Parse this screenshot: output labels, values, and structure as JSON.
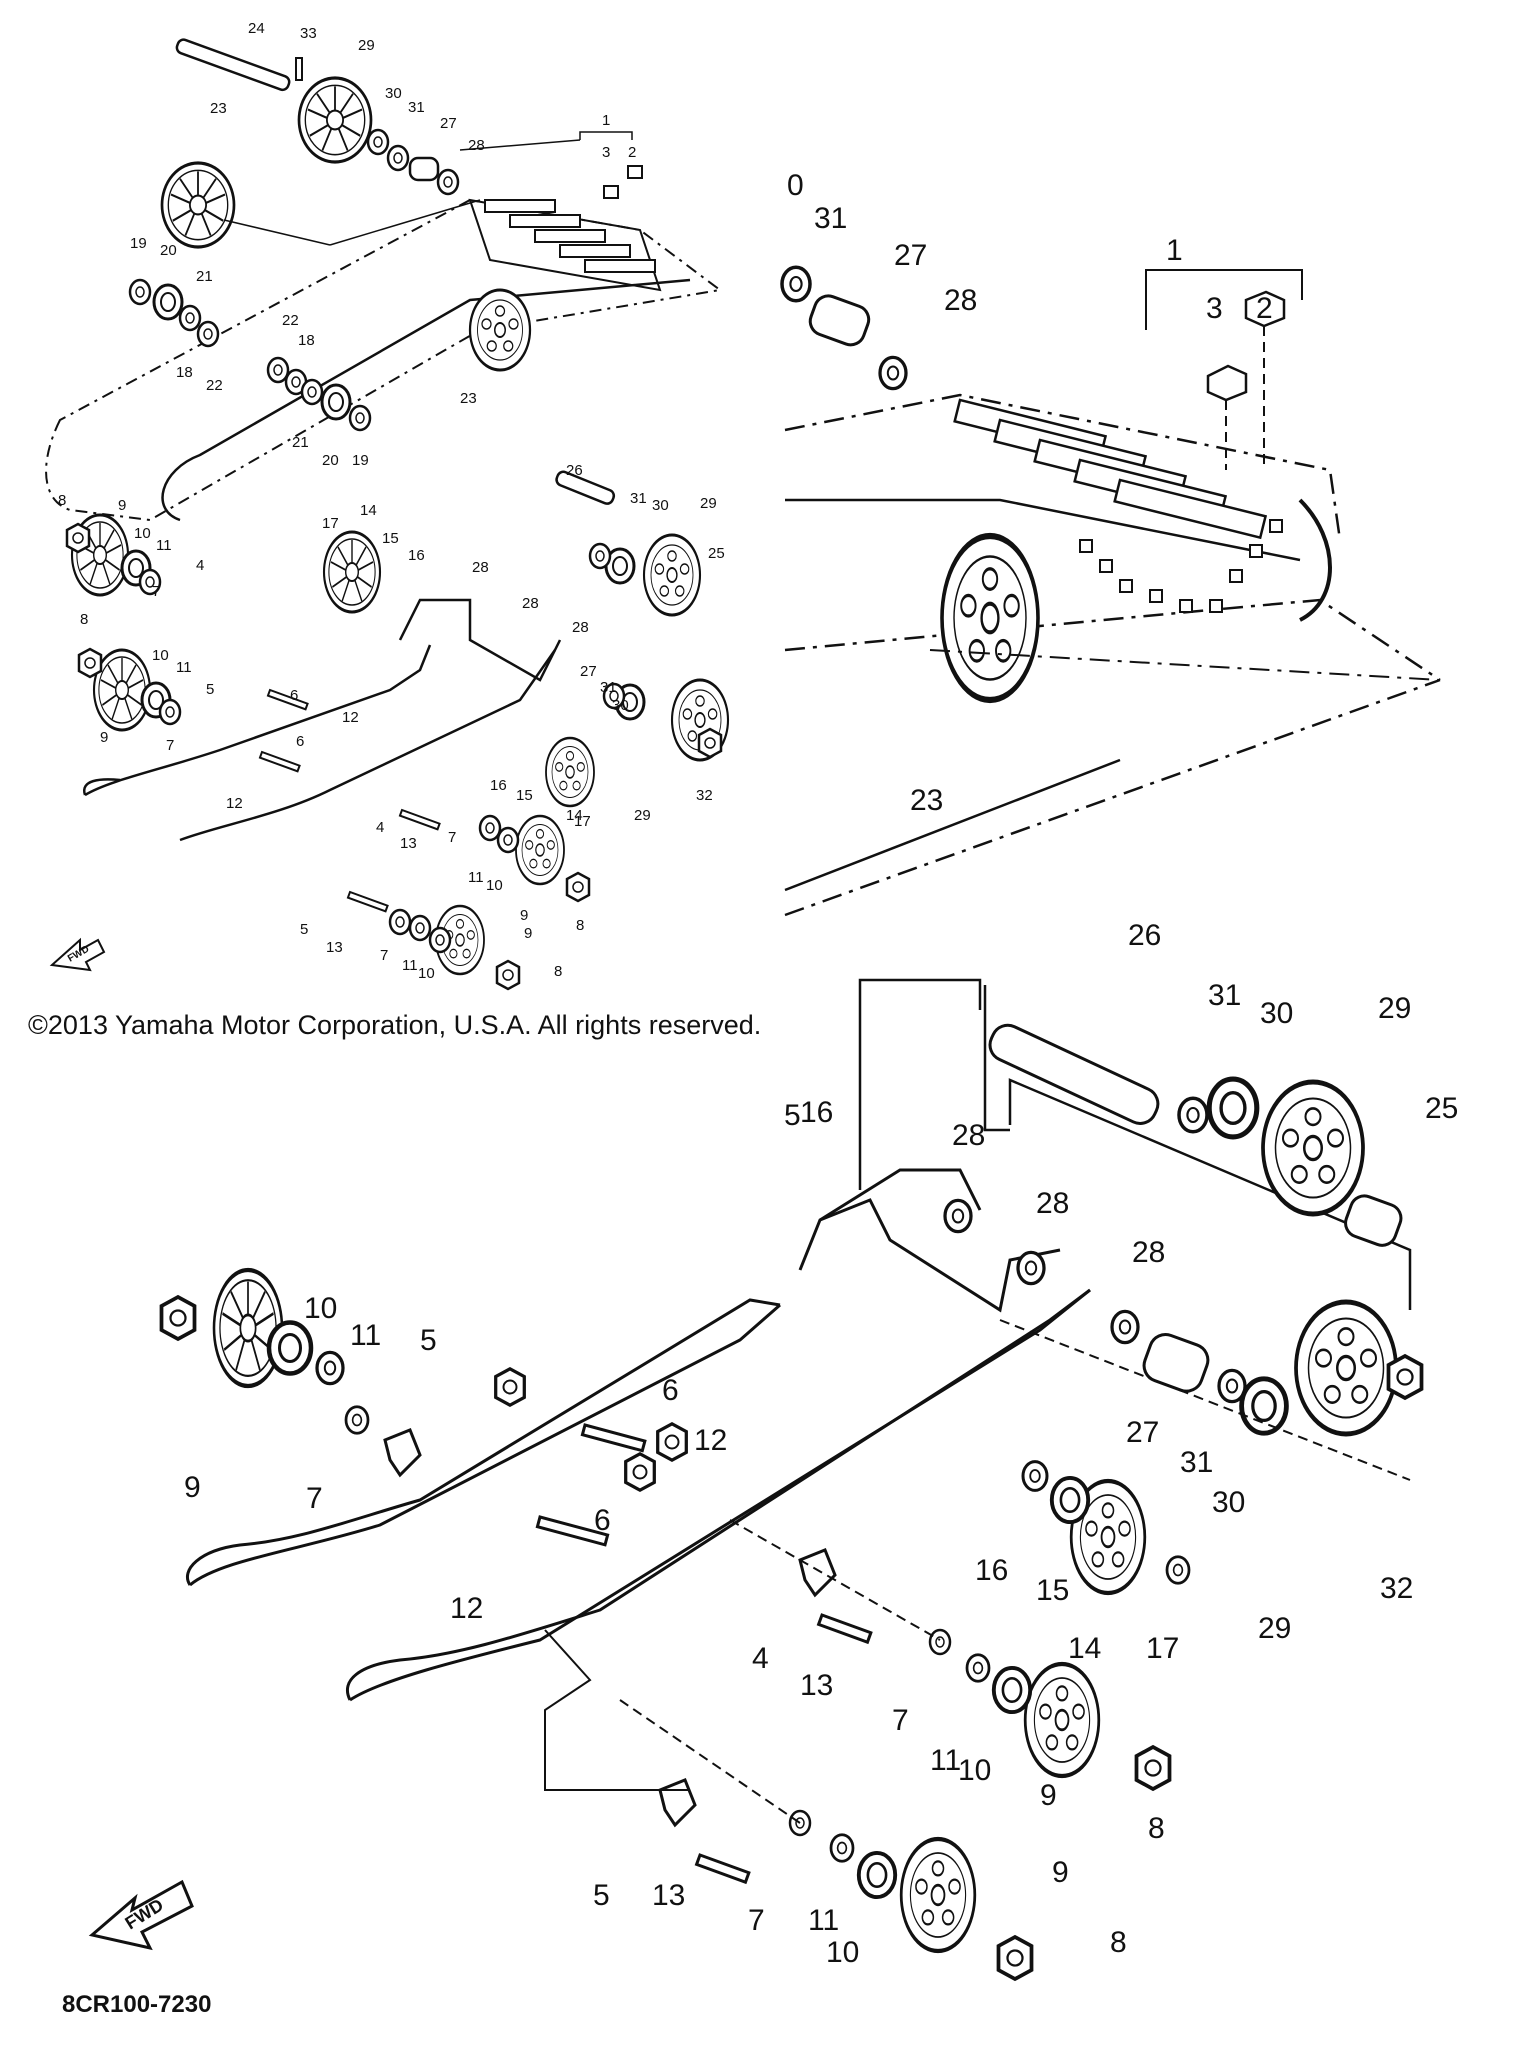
{
  "copyright": "©2013 Yamaha Motor Corporation, U.S.A. All rights reserved.",
  "diagram_code": "8CR100-7230",
  "fwd_label": "FWD",
  "callouts_small": [
    {
      "id": "s24",
      "text": "24"
    },
    {
      "id": "s33",
      "text": "33"
    },
    {
      "id": "s29a",
      "text": "29"
    },
    {
      "id": "s23a",
      "text": "23"
    },
    {
      "id": "s30a",
      "text": "30"
    },
    {
      "id": "s31a",
      "text": "31"
    },
    {
      "id": "s27a",
      "text": "27"
    },
    {
      "id": "s28a",
      "text": "28"
    },
    {
      "id": "s1",
      "text": "1"
    },
    {
      "id": "s3",
      "text": "3"
    },
    {
      "id": "s2",
      "text": "2"
    },
    {
      "id": "s19a",
      "text": "19"
    },
    {
      "id": "s20a",
      "text": "20"
    },
    {
      "id": "s21a",
      "text": "21"
    },
    {
      "id": "s22a",
      "text": "22"
    },
    {
      "id": "s18a",
      "text": "18"
    },
    {
      "id": "s18b",
      "text": "18"
    },
    {
      "id": "s22b",
      "text": "22"
    },
    {
      "id": "s23b",
      "text": "23"
    },
    {
      "id": "s21b",
      "text": "21"
    },
    {
      "id": "s20b",
      "text": "20"
    },
    {
      "id": "s19b",
      "text": "19"
    },
    {
      "id": "s26",
      "text": "26"
    },
    {
      "id": "s31b",
      "text": "31"
    },
    {
      "id": "s30b",
      "text": "30"
    },
    {
      "id": "s29b",
      "text": "29"
    },
    {
      "id": "s8a",
      "text": "8"
    },
    {
      "id": "s9a",
      "text": "9"
    },
    {
      "id": "s10a",
      "text": "10"
    },
    {
      "id": "s11a",
      "text": "11"
    },
    {
      "id": "s4a",
      "text": "4"
    },
    {
      "id": "s7a",
      "text": "7"
    },
    {
      "id": "s17a",
      "text": "17"
    },
    {
      "id": "s14a",
      "text": "14"
    },
    {
      "id": "s15a",
      "text": "15"
    },
    {
      "id": "s16a",
      "text": "16"
    },
    {
      "id": "s28b",
      "text": "28"
    },
    {
      "id": "s25",
      "text": "25"
    },
    {
      "id": "s28c",
      "text": "28"
    },
    {
      "id": "s28d",
      "text": "28"
    },
    {
      "id": "s8b",
      "text": "8"
    },
    {
      "id": "s10b",
      "text": "10"
    },
    {
      "id": "s11b",
      "text": "11"
    },
    {
      "id": "s9b",
      "text": "9"
    },
    {
      "id": "s5a",
      "text": "5"
    },
    {
      "id": "s7b",
      "text": "7"
    },
    {
      "id": "s6a",
      "text": "6"
    },
    {
      "id": "s12a",
      "text": "12"
    },
    {
      "id": "s6b",
      "text": "6"
    },
    {
      "id": "s12b",
      "text": "12"
    },
    {
      "id": "s27b",
      "text": "27"
    },
    {
      "id": "s31c",
      "text": "31"
    },
    {
      "id": "s30c",
      "text": "30"
    },
    {
      "id": "s29c",
      "text": "29"
    },
    {
      "id": "s32",
      "text": "32"
    },
    {
      "id": "s16b",
      "text": "16"
    },
    {
      "id": "s15b",
      "text": "15"
    },
    {
      "id": "s14b",
      "text": "14"
    },
    {
      "id": "s17b",
      "text": "17"
    },
    {
      "id": "s4b",
      "text": "4"
    },
    {
      "id": "s13a",
      "text": "13"
    },
    {
      "id": "s7c",
      "text": "7"
    },
    {
      "id": "s11c",
      "text": "11"
    },
    {
      "id": "s10c",
      "text": "10"
    },
    {
      "id": "s9c",
      "text": "9"
    },
    {
      "id": "s8c",
      "text": "8"
    },
    {
      "id": "s5b",
      "text": "5"
    },
    {
      "id": "s13b",
      "text": "13"
    },
    {
      "id": "s7d",
      "text": "7"
    },
    {
      "id": "s11d",
      "text": "11"
    },
    {
      "id": "s10d",
      "text": "10"
    },
    {
      "id": "s9d",
      "text": "9"
    },
    {
      "id": "s8d",
      "text": "8"
    }
  ],
  "callouts_large": [
    {
      "id": "L0",
      "text": "0"
    },
    {
      "id": "L31a",
      "text": "31"
    },
    {
      "id": "L27a",
      "text": "27"
    },
    {
      "id": "L28a",
      "text": "28"
    },
    {
      "id": "L1",
      "text": "1"
    },
    {
      "id": "L3",
      "text": "3"
    },
    {
      "id": "L2",
      "text": "2"
    },
    {
      "id": "L23",
      "text": "23"
    },
    {
      "id": "L26",
      "text": "26"
    },
    {
      "id": "L31b",
      "text": "31"
    },
    {
      "id": "L30a",
      "text": "30"
    },
    {
      "id": "L29a",
      "text": "29"
    },
    {
      "id": "L25",
      "text": "25"
    },
    {
      "id": "L5top",
      "text": "5"
    },
    {
      "id": "L16a",
      "text": "16"
    },
    {
      "id": "L28b",
      "text": "28"
    },
    {
      "id": "L28c",
      "text": "28"
    },
    {
      "id": "L28d",
      "text": "28"
    },
    {
      "id": "L10a",
      "text": "10"
    },
    {
      "id": "L11a",
      "text": "11"
    },
    {
      "id": "L5a",
      "text": "5"
    },
    {
      "id": "L9a",
      "text": "9"
    },
    {
      "id": "L7a",
      "text": "7"
    },
    {
      "id": "L6a",
      "text": "6"
    },
    {
      "id": "L12a",
      "text": "12"
    },
    {
      "id": "L6b",
      "text": "6"
    },
    {
      "id": "L12b",
      "text": "12"
    },
    {
      "id": "L27b",
      "text": "27"
    },
    {
      "id": "L31c",
      "text": "31"
    },
    {
      "id": "L30b",
      "text": "30"
    },
    {
      "id": "L29b",
      "text": "29"
    },
    {
      "id": "L32",
      "text": "32"
    },
    {
      "id": "L16b",
      "text": "16"
    },
    {
      "id": "L15",
      "text": "15"
    },
    {
      "id": "L14",
      "text": "14"
    },
    {
      "id": "L17",
      "text": "17"
    },
    {
      "id": "L4",
      "text": "4"
    },
    {
      "id": "L13a",
      "text": "13"
    },
    {
      "id": "L7b",
      "text": "7"
    },
    {
      "id": "L11b",
      "text": "11"
    },
    {
      "id": "L10b",
      "text": "10"
    },
    {
      "id": "L9b",
      "text": "9"
    },
    {
      "id": "L8a",
      "text": "8"
    },
    {
      "id": "L5b",
      "text": "5"
    },
    {
      "id": "L13b",
      "text": "13"
    },
    {
      "id": "L7c",
      "text": "7"
    },
    {
      "id": "L11c",
      "text": "11"
    },
    {
      "id": "L10c",
      "text": "10"
    },
    {
      "id": "L9c",
      "text": "9"
    },
    {
      "id": "L8b",
      "text": "8"
    }
  ]
}
